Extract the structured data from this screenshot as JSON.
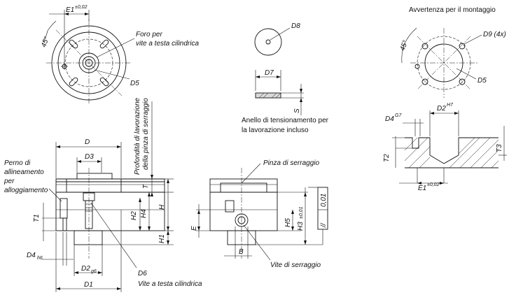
{
  "labels": {
    "e1_top": "E1",
    "e1_top_tol": "±0,02",
    "angle_top": "45°",
    "foro_per_1": "Foro per",
    "foro_per_2": "vite a testa cilindrica",
    "d5_top": "D5",
    "profondita_1": "Profondità di lavorazione",
    "profondita_2": "della pinza di serraggio",
    "d8": "D8",
    "d7": "D7",
    "s": "S",
    "anello_1": "Anello di tensionamento per",
    "anello_2": "la lavorazione incluso",
    "avvertenza": "Avvertenza per il montaggio",
    "angle_right": "45°",
    "d9": "D9 (4x)",
    "d5_right": "D5",
    "d4_g7": "D4",
    "d4_g7_sup": "G7",
    "d2_h7": "D2",
    "d2_h7_sup": "H7",
    "t2": "T2",
    "t3": "T3",
    "e1_right": "E1",
    "e1_right_tol": "±0,02",
    "d": "D",
    "d3": "D3",
    "t": "T",
    "h2": "H2",
    "h4": "H4",
    "h": "H",
    "h1": "H1",
    "t1": "T1",
    "perno_1": "Perno di",
    "perno_2": "allineamento",
    "perno_3": "per",
    "perno_4": "alloggiamento",
    "d4_h6": "D4",
    "d4_h6_sub": "h6",
    "d2_g6": "D2",
    "d2_g6_sub": "g6",
    "d1": "D1",
    "d6": "D6",
    "vite_testa": "Vite a testa cilindrica",
    "pinza": "Pinza di serraggio",
    "e": "E",
    "h5": "H5",
    "h3": "H3",
    "h3_tol": "±0,01",
    "b": "B",
    "vite_serraggio": "Vite di serraggio",
    "tol_frame": "0,01",
    "tol_symbol": "//"
  }
}
